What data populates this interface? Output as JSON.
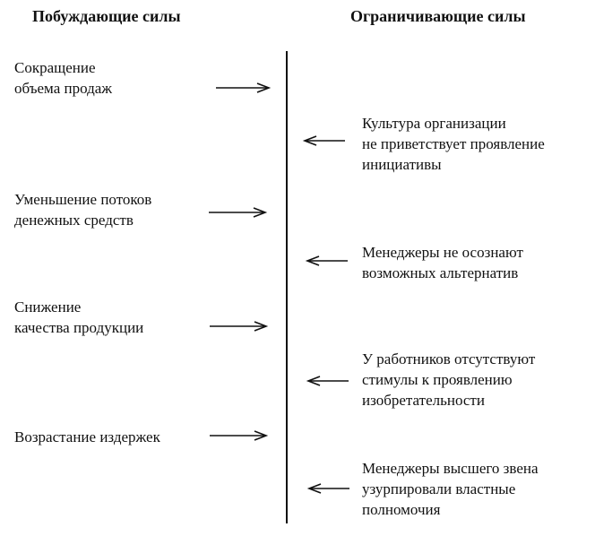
{
  "headings": {
    "driving": "Побуждающие силы",
    "restraining": "Ограничивающие силы"
  },
  "driving_forces": [
    "Сокращение\nобъема продаж",
    "Уменьшение потоков\nденежных средств",
    "Снижение\nкачества продукции",
    "Возрастание издержек"
  ],
  "restraining_forces": [
    "Культура организации\nне приветствует проявление\nинициативы",
    "Менеджеры не осознают\nвозможных альтернатив",
    "У работников отсутствуют\nстимулы к проявлению\nизобретательности",
    "Менеджеры высшего звена\nузурпировали властные\nполномочия"
  ],
  "colors": {
    "ink": "#111111",
    "background": "#ffffff"
  }
}
